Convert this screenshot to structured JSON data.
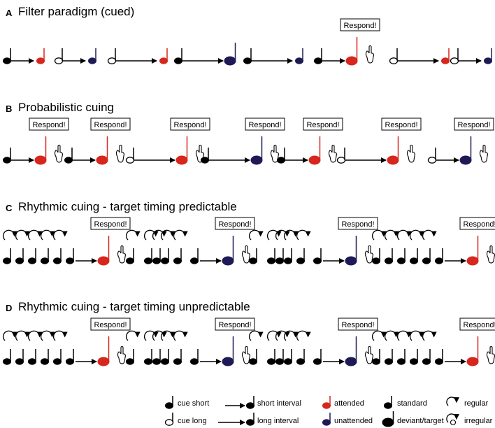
{
  "colors": {
    "attended": "#d7261e",
    "unattended": "#1e1a55",
    "ink": "#000000"
  },
  "respond_label": "Respond!",
  "panels": [
    {
      "letter": "A",
      "title": "Filter paradigm (cued)",
      "trials": [
        {
          "cue": "short",
          "interval": "short",
          "target": "attended",
          "size": "standard",
          "respond": false
        },
        {
          "cue": "long",
          "interval": "short",
          "target": "unattended",
          "size": "standard",
          "respond": false
        },
        {
          "cue": "long",
          "interval": "long",
          "target": "attended",
          "size": "standard",
          "respond": false
        },
        {
          "cue": "short",
          "interval": "long",
          "target": "unattended",
          "size": "deviant",
          "respond": false
        },
        {
          "cue": "short",
          "interval": "long",
          "target": "unattended",
          "size": "standard",
          "respond": false
        },
        {
          "cue": "short",
          "interval": "short",
          "target": "attended",
          "size": "deviant",
          "respond": true
        },
        {
          "cue": "long",
          "interval": "long",
          "target": "attended",
          "size": "standard",
          "respond": false
        },
        {
          "cue": "long",
          "interval": "short",
          "target": "unattended",
          "size": "standard",
          "respond": false
        }
      ]
    },
    {
      "letter": "B",
      "title": "Probabilistic cuing",
      "trials": [
        {
          "cue": "short",
          "interval": "short",
          "target": "attended",
          "size": "deviant",
          "respond": true
        },
        {
          "cue": "short",
          "interval": "short",
          "target": "attended",
          "size": "deviant",
          "respond": true
        },
        {
          "cue": "long",
          "interval": "long",
          "target": "attended",
          "size": "deviant",
          "respond": true
        },
        {
          "cue": "short",
          "interval": "long",
          "target": "unattended",
          "size": "deviant",
          "respond": true
        },
        {
          "cue": "short",
          "interval": "short",
          "target": "attended",
          "size": "deviant",
          "respond": true
        },
        {
          "cue": "long",
          "interval": "long",
          "target": "attended",
          "size": "deviant",
          "respond": true
        },
        {
          "cue": "long",
          "interval": "short",
          "target": "unattended",
          "size": "deviant",
          "respond": true
        }
      ]
    },
    {
      "letter": "C",
      "title": "Rhythmic cuing - target timing predictable",
      "trials": [
        {
          "rhythm": "regular",
          "target": "attended"
        },
        {
          "rhythm": "irregular",
          "target": "unattended"
        },
        {
          "rhythm": "irregular",
          "target": "unattended"
        },
        {
          "rhythm": "regular",
          "target": "attended"
        }
      ]
    },
    {
      "letter": "D",
      "title": "Rhythmic cuing - target timing unpredictable",
      "trials": [
        {
          "rhythm": "regular",
          "target": "attended"
        },
        {
          "rhythm": "irregular",
          "target": "unattended"
        },
        {
          "rhythm": "irregular",
          "target": "unattended"
        },
        {
          "rhythm": "regular",
          "target": "attended"
        }
      ]
    }
  ],
  "legend": {
    "cue_short": "cue short",
    "cue_long": "cue long",
    "short_interval": "short interval",
    "long_interval": "long interval",
    "attended": "attended",
    "unattended": "unattended",
    "standard": "standard",
    "deviant_target": "deviant/target",
    "regular": "regular",
    "irregular": "irregular"
  }
}
